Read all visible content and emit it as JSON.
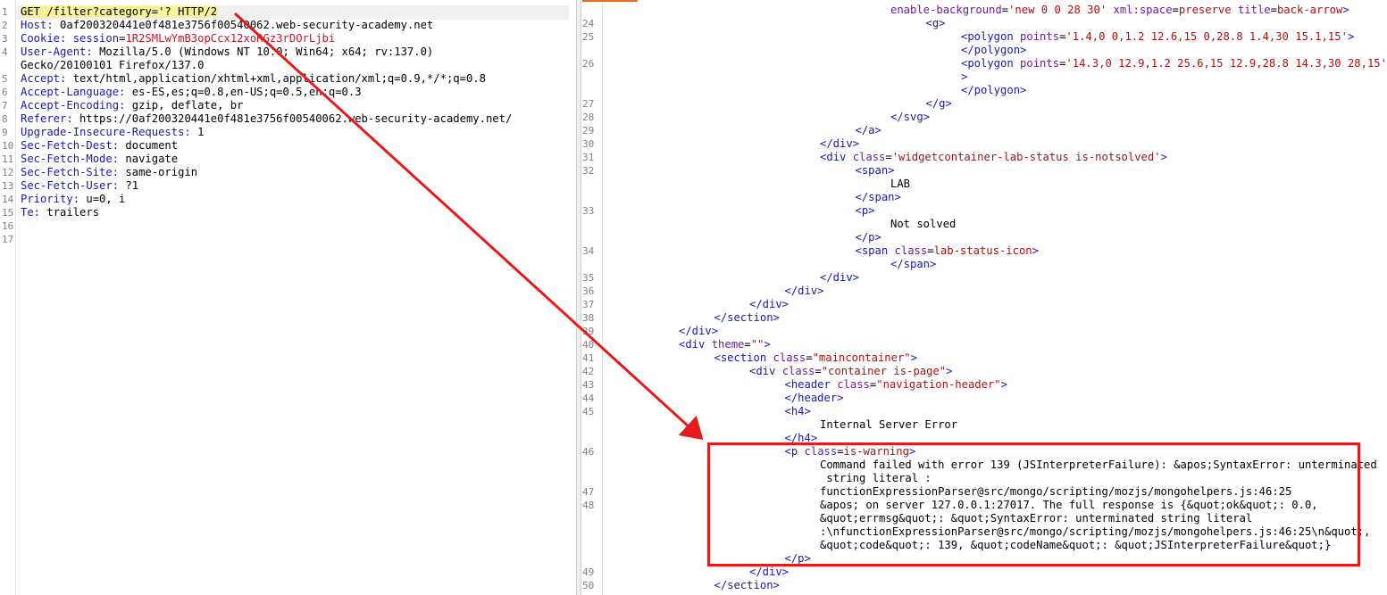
{
  "request": {
    "lines": [
      {
        "n": "1",
        "parts": [
          {
            "t": "GET /filter?category='? HTTP/2",
            "c": "hl-text"
          }
        ]
      },
      {
        "n": "2",
        "parts": [
          {
            "t": "Host: ",
            "c": "k"
          },
          {
            "t": "0af200320441e0f481e3756f00540062.web-security-academy.net",
            "c": "v"
          }
        ]
      },
      {
        "n": "3",
        "parts": [
          {
            "t": "Cookie: ",
            "c": "k"
          },
          {
            "t": "session",
            "c": "k"
          },
          {
            "t": "=",
            "c": "v"
          },
          {
            "t": "1R2SMLwYmB3opCcx12xoRGz3rDOrLjbi",
            "c": "sess"
          }
        ]
      },
      {
        "n": "4",
        "parts": [
          {
            "t": "User-Agent: ",
            "c": "k"
          },
          {
            "t": "Mozilla/5.0 (Windows NT 10.0; Win64; x64; rv:137.0)",
            "c": "v"
          }
        ]
      },
      {
        "n": "",
        "parts": [
          {
            "t": "Gecko/20100101 Firefox/137.0",
            "c": "v"
          }
        ]
      },
      {
        "n": "5",
        "parts": [
          {
            "t": "Accept: ",
            "c": "k"
          },
          {
            "t": "text/html,application/xhtml+xml,application/xml;q=0.9,*/*;q=0.8",
            "c": "v"
          }
        ]
      },
      {
        "n": "6",
        "parts": [
          {
            "t": "Accept-Language: ",
            "c": "k"
          },
          {
            "t": "es-ES,es;q=0.8,en-US;q=0.5,en;q=0.3",
            "c": "v"
          }
        ]
      },
      {
        "n": "7",
        "parts": [
          {
            "t": "Accept-Encoding: ",
            "c": "k"
          },
          {
            "t": "gzip, deflate, br",
            "c": "v"
          }
        ]
      },
      {
        "n": "8",
        "parts": [
          {
            "t": "Referer: ",
            "c": "k"
          },
          {
            "t": "https://0af200320441e0f481e3756f00540062.web-security-academy.net/",
            "c": "v"
          }
        ]
      },
      {
        "n": "9",
        "parts": [
          {
            "t": "Upgrade-Insecure-Requests: ",
            "c": "k"
          },
          {
            "t": "1",
            "c": "v"
          }
        ]
      },
      {
        "n": "10",
        "parts": [
          {
            "t": "Sec-Fetch-Dest: ",
            "c": "k"
          },
          {
            "t": "document",
            "c": "v"
          }
        ]
      },
      {
        "n": "11",
        "parts": [
          {
            "t": "Sec-Fetch-Mode: ",
            "c": "k"
          },
          {
            "t": "navigate",
            "c": "v"
          }
        ]
      },
      {
        "n": "12",
        "parts": [
          {
            "t": "Sec-Fetch-Site: ",
            "c": "k"
          },
          {
            "t": "same-origin",
            "c": "v"
          }
        ]
      },
      {
        "n": "13",
        "parts": [
          {
            "t": "Sec-Fetch-User: ",
            "c": "k"
          },
          {
            "t": "?1",
            "c": "v"
          }
        ]
      },
      {
        "n": "14",
        "parts": [
          {
            "t": "Priority: ",
            "c": "k"
          },
          {
            "t": "u=0, i",
            "c": "v"
          }
        ]
      },
      {
        "n": "15",
        "parts": [
          {
            "t": "Te: ",
            "c": "k"
          },
          {
            "t": "trailers",
            "c": "v"
          }
        ]
      },
      {
        "n": "16",
        "parts": []
      },
      {
        "n": "17",
        "parts": []
      }
    ]
  },
  "response": {
    "lines": [
      {
        "n": "",
        "i": 8,
        "parts": [
          {
            "t": "enable-background",
            "c": "at"
          },
          {
            "t": "=",
            "c": "tx"
          },
          {
            "t": "'new 0 0 28 30'",
            "c": "av"
          },
          {
            "t": " ",
            "c": "tx"
          },
          {
            "t": "xml:space",
            "c": "at"
          },
          {
            "t": "=",
            "c": "tx"
          },
          {
            "t": "preserve",
            "c": "av"
          },
          {
            "t": " ",
            "c": "tx"
          },
          {
            "t": "title",
            "c": "at"
          },
          {
            "t": "=",
            "c": "tx"
          },
          {
            "t": "back-arrow",
            "c": "av"
          },
          {
            "t": ">",
            "c": "tg"
          }
        ]
      },
      {
        "n": "24",
        "i": 9,
        "parts": [
          {
            "t": "<g>",
            "c": "tg"
          }
        ]
      },
      {
        "n": "25",
        "i": 10,
        "parts": [
          {
            "t": "<polygon ",
            "c": "tg"
          },
          {
            "t": "points",
            "c": "at"
          },
          {
            "t": "=",
            "c": "tx"
          },
          {
            "t": "'1.4,0 0,1.2 12.6,15 0,28.8 1.4,30 15.1,15'",
            "c": "av"
          },
          {
            "t": ">",
            "c": "tg"
          }
        ]
      },
      {
        "n": "",
        "i": 10,
        "parts": [
          {
            "t": "</polygon>",
            "c": "tg"
          }
        ]
      },
      {
        "n": "26",
        "i": 10,
        "parts": [
          {
            "t": "<polygon ",
            "c": "tg"
          },
          {
            "t": "points",
            "c": "at"
          },
          {
            "t": "=",
            "c": "tx"
          },
          {
            "t": "'14.3,0 12.9,1.2 25.6,15 12.9,28.8 14.3,30 28,15'",
            "c": "av"
          }
        ]
      },
      {
        "n": "",
        "i": 10,
        "parts": [
          {
            "t": ">",
            "c": "tg"
          }
        ]
      },
      {
        "n": "",
        "i": 10,
        "parts": [
          {
            "t": "</polygon>",
            "c": "tg"
          }
        ]
      },
      {
        "n": "27",
        "i": 9,
        "parts": [
          {
            "t": "</g>",
            "c": "tg"
          }
        ]
      },
      {
        "n": "28",
        "i": 8,
        "parts": [
          {
            "t": "</svg>",
            "c": "tg"
          }
        ]
      },
      {
        "n": "29",
        "i": 7,
        "parts": [
          {
            "t": "</a>",
            "c": "tg"
          }
        ]
      },
      {
        "n": "30",
        "i": 6,
        "parts": [
          {
            "t": "</div>",
            "c": "tg"
          }
        ]
      },
      {
        "n": "31",
        "i": 6,
        "parts": [
          {
            "t": "<div ",
            "c": "tg"
          },
          {
            "t": "class",
            "c": "at"
          },
          {
            "t": "=",
            "c": "tx"
          },
          {
            "t": "'widgetcontainer-lab-status is-notsolved'",
            "c": "av"
          },
          {
            "t": ">",
            "c": "tg"
          }
        ]
      },
      {
        "n": "32",
        "i": 7,
        "parts": [
          {
            "t": "<span>",
            "c": "tg"
          }
        ]
      },
      {
        "n": "",
        "i": 8,
        "parts": [
          {
            "t": "LAB",
            "c": "tx"
          }
        ]
      },
      {
        "n": "",
        "i": 7,
        "parts": [
          {
            "t": "</span>",
            "c": "tg"
          }
        ]
      },
      {
        "n": "33",
        "i": 7,
        "parts": [
          {
            "t": "<p>",
            "c": "tg"
          }
        ]
      },
      {
        "n": "",
        "i": 8,
        "parts": [
          {
            "t": "Not solved",
            "c": "tx"
          }
        ]
      },
      {
        "n": "",
        "i": 7,
        "parts": [
          {
            "t": "</p>",
            "c": "tg"
          }
        ]
      },
      {
        "n": "34",
        "i": 7,
        "parts": [
          {
            "t": "<span ",
            "c": "tg"
          },
          {
            "t": "class",
            "c": "at"
          },
          {
            "t": "=",
            "c": "tx"
          },
          {
            "t": "lab-status-icon",
            "c": "av"
          },
          {
            "t": ">",
            "c": "tg"
          }
        ]
      },
      {
        "n": "",
        "i": 8,
        "parts": [
          {
            "t": "</span>",
            "c": "tg"
          }
        ]
      },
      {
        "n": "35",
        "i": 6,
        "parts": [
          {
            "t": "</div>",
            "c": "tg"
          }
        ]
      },
      {
        "n": "36",
        "i": 5,
        "parts": [
          {
            "t": "</div>",
            "c": "tg"
          }
        ]
      },
      {
        "n": "37",
        "i": 4,
        "parts": [
          {
            "t": "</div>",
            "c": "tg"
          }
        ]
      },
      {
        "n": "38",
        "i": 3,
        "parts": [
          {
            "t": "</section>",
            "c": "tg"
          }
        ]
      },
      {
        "n": "39",
        "i": 2,
        "parts": [
          {
            "t": "</div>",
            "c": "tg"
          }
        ]
      },
      {
        "n": "40",
        "i": 2,
        "parts": [
          {
            "t": "<div ",
            "c": "tg"
          },
          {
            "t": "theme",
            "c": "at"
          },
          {
            "t": "=",
            "c": "tx"
          },
          {
            "t": "\"\"",
            "c": "av"
          },
          {
            "t": ">",
            "c": "tg"
          }
        ]
      },
      {
        "n": "41",
        "i": 3,
        "parts": [
          {
            "t": "<section ",
            "c": "tg"
          },
          {
            "t": "class",
            "c": "at"
          },
          {
            "t": "=",
            "c": "tx"
          },
          {
            "t": "\"maincontainer\"",
            "c": "av"
          },
          {
            "t": ">",
            "c": "tg"
          }
        ]
      },
      {
        "n": "42",
        "i": 4,
        "parts": [
          {
            "t": "<div ",
            "c": "tg"
          },
          {
            "t": "class",
            "c": "at"
          },
          {
            "t": "=",
            "c": "tx"
          },
          {
            "t": "\"container is-page\"",
            "c": "av"
          },
          {
            "t": ">",
            "c": "tg"
          }
        ]
      },
      {
        "n": "43",
        "i": 5,
        "parts": [
          {
            "t": "<header ",
            "c": "tg"
          },
          {
            "t": "class",
            "c": "at"
          },
          {
            "t": "=",
            "c": "tx"
          },
          {
            "t": "\"navigation-header\"",
            "c": "av"
          },
          {
            "t": ">",
            "c": "tg"
          }
        ]
      },
      {
        "n": "44",
        "i": 5,
        "parts": [
          {
            "t": "</header>",
            "c": "tg"
          }
        ]
      },
      {
        "n": "45",
        "i": 5,
        "parts": [
          {
            "t": "<h4>",
            "c": "tg"
          }
        ]
      },
      {
        "n": "",
        "i": 6,
        "parts": [
          {
            "t": "Internal Server Error",
            "c": "tx"
          }
        ]
      },
      {
        "n": "",
        "i": 5,
        "parts": [
          {
            "t": "</h4>",
            "c": "tg"
          }
        ]
      },
      {
        "n": "46",
        "i": 5,
        "parts": [
          {
            "t": "<p ",
            "c": "tg"
          },
          {
            "t": "class",
            "c": "at"
          },
          {
            "t": "=",
            "c": "tx"
          },
          {
            "t": "is-warning",
            "c": "av"
          },
          {
            "t": ">",
            "c": "tg"
          }
        ]
      },
      {
        "n": "",
        "i": 6,
        "parts": [
          {
            "t": "Command failed with error 139 (JSInterpreterFailure): &apos;SyntaxError: unterminated",
            "c": "tx"
          }
        ]
      },
      {
        "n": "",
        "i": 6,
        "parts": [
          {
            "t": " string literal :",
            "c": "tx"
          }
        ]
      },
      {
        "n": "47",
        "i": 6,
        "parts": [
          {
            "t": "functionExpressionParser@src/mongo/scripting/mozjs/mongohelpers.js:46:25",
            "c": "tx"
          }
        ]
      },
      {
        "n": "48",
        "i": 6,
        "parts": [
          {
            "t": "&apos; on server 127.0.0.1:27017. The full response is {&quot;ok&quot;: 0.0,",
            "c": "tx"
          }
        ]
      },
      {
        "n": "",
        "i": 6,
        "parts": [
          {
            "t": "&quot;errmsg&quot;: &quot;SyntaxError: unterminated string literal",
            "c": "tx"
          }
        ]
      },
      {
        "n": "",
        "i": 6,
        "parts": [
          {
            "t": ":\\nfunctionExpressionParser@src/mongo/scripting/mozjs/mongohelpers.js:46:25\\n&quot;,",
            "c": "tx"
          }
        ]
      },
      {
        "n": "",
        "i": 6,
        "parts": [
          {
            "t": "&quot;code&quot;: 139, &quot;codeName&quot;: &quot;JSInterpreterFailure&quot;}",
            "c": "tx"
          }
        ]
      },
      {
        "n": "",
        "i": 5,
        "parts": [
          {
            "t": "</p>",
            "c": "tg"
          }
        ]
      },
      {
        "n": "49",
        "i": 4,
        "parts": [
          {
            "t": "</div>",
            "c": "tg"
          }
        ]
      },
      {
        "n": "50",
        "i": 3,
        "parts": [
          {
            "t": "</section>",
            "c": "tg"
          }
        ]
      }
    ]
  },
  "annotation": {
    "color": "#e41b1b"
  }
}
